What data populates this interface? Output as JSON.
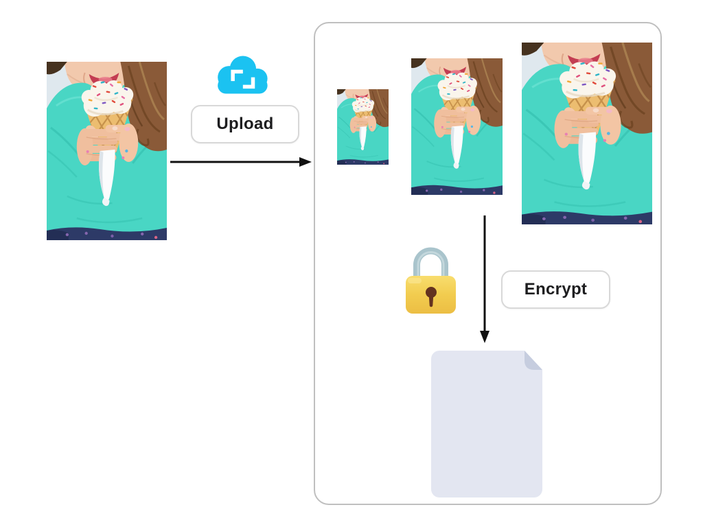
{
  "flow": {
    "upload_label": "Upload",
    "encrypt_label": "Encrypt"
  },
  "photos": {
    "original": "photo of girl in teal shirt holding sprinkle ice cream cone",
    "resized_copies": [
      "small",
      "medium",
      "large"
    ]
  },
  "icons": {
    "cloud": "cloud-upload-icon",
    "lock": "padlock-icon",
    "file": "encrypted-file-icon",
    "arrow_right": "arrow-right-icon",
    "arrow_down": "arrow-down-icon"
  },
  "colors": {
    "page_bg": "#ffffff",
    "container_border": "#bfbfbf",
    "button_border": "#d8d8d8",
    "button_bg": "#ffffff",
    "button_text": "#1d1d1f",
    "arrow": "#111111",
    "cloud": "#1bc2f1",
    "cloud_bracket": "#ffffff",
    "lock_shackle": "#a9c4cc",
    "lock_body_light": "#f8dd6e",
    "lock_body": "#f2cc4f",
    "lock_body_dark": "#ecbe44",
    "lock_keyhole": "#64321f",
    "doc_fill": "#e3e6f1",
    "doc_fold": "#c6cddf",
    "photo_shirt_teal": "#49d6c4"
  }
}
